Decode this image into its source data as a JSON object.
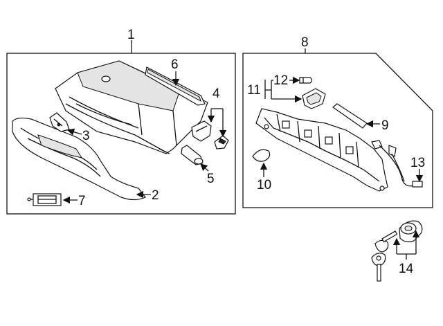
{
  "callouts": {
    "c1": "1",
    "c2": "2",
    "c3": "3",
    "c4": "4",
    "c5": "5",
    "c6": "6",
    "c7": "7",
    "c8": "8",
    "c9": "9",
    "c10": "10",
    "c11": "11",
    "c12": "12",
    "c13": "13",
    "c14": "14"
  },
  "colors": {
    "line": "#111111",
    "background": "#ffffff",
    "shade": "#e4e4e4"
  }
}
